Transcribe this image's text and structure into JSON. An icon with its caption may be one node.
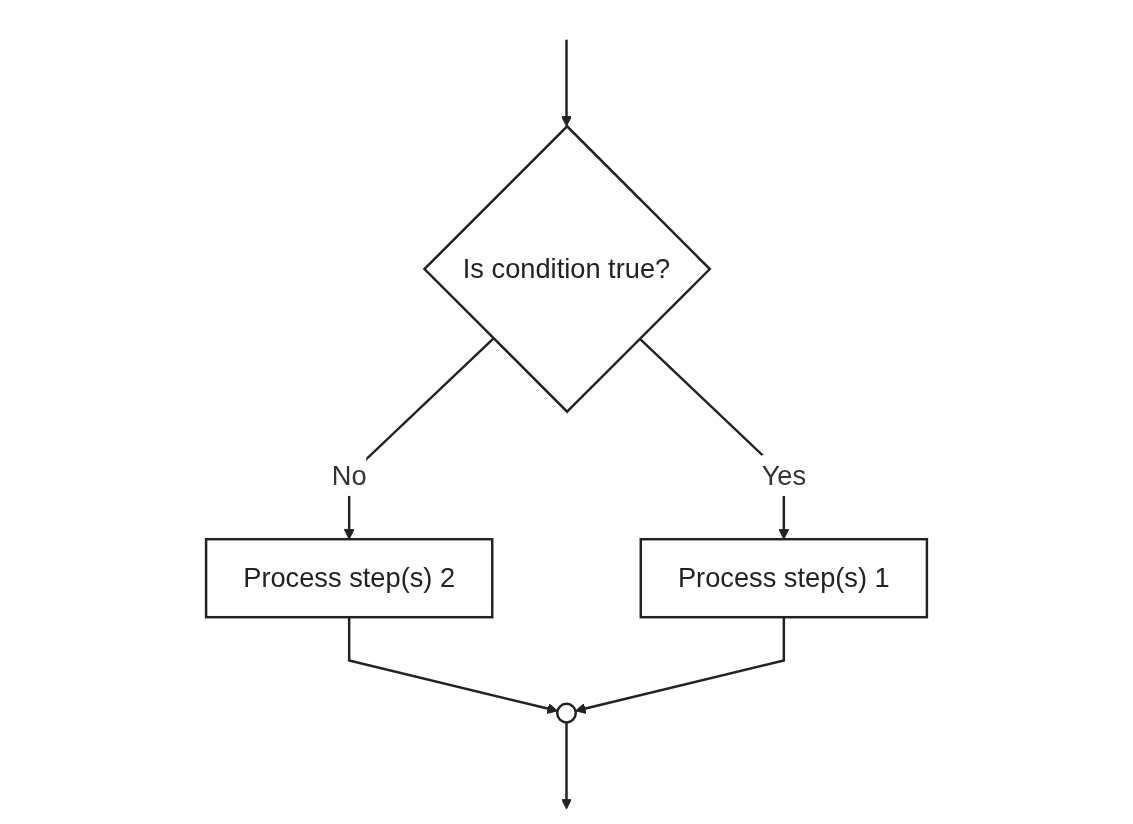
{
  "diagram": {
    "nodes": [
      {
        "text": [
          "Is condition true?"
        ]
      },
      {
        "text": [
          "Process step(s) 2"
        ]
      },
      {
        "text": [
          "Process step(s) 1"
        ]
      },
      {
        "text": [],
        "shape": "circle"
      }
    ],
    "edges": [
      {
        "from": null,
        "to": 0,
        "arrow": "to"
      },
      {
        "from": 0,
        "to": 1,
        "label": "No",
        "arrow": "to"
      },
      {
        "from": 0,
        "to": 2,
        "label": "Yes",
        "arrow": "to"
      },
      {
        "from": 1,
        "to": 3,
        "arrow": "to"
      },
      {
        "from": 2,
        "to": 3,
        "arrow": "to"
      },
      {
        "from": 3,
        "to": null,
        "arrow": "to"
      }
    ]
  }
}
